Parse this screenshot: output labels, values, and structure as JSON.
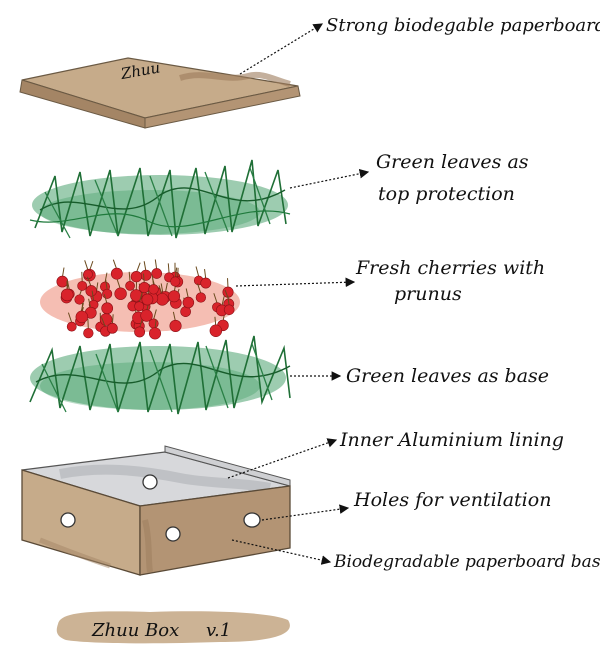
{
  "labels": {
    "lid": "Strong biodegable paperboard",
    "lid_signature": "Zhuu",
    "top_leaves": [
      "Green leaves as",
      "top protection"
    ],
    "cherries": [
      "Fresh cherries with",
      "prunus"
    ],
    "base_leaves": "Green leaves as base",
    "lining": "Inner Aluminium lining",
    "holes": "Holes for ventilation",
    "base": "Biodegradable paperboard base"
  },
  "footer": {
    "title": "Zhuu Box",
    "version": "v.1"
  },
  "colors": {
    "paperboard": "#c6ab8a",
    "paperboard_dark": "#a48565",
    "leaf_dark": "#1f7a3c",
    "leaf_light": "#3b9a62",
    "cherry": "#d9232b",
    "cherry_glow": "#f2a89a",
    "lining": "#d7d8db"
  }
}
